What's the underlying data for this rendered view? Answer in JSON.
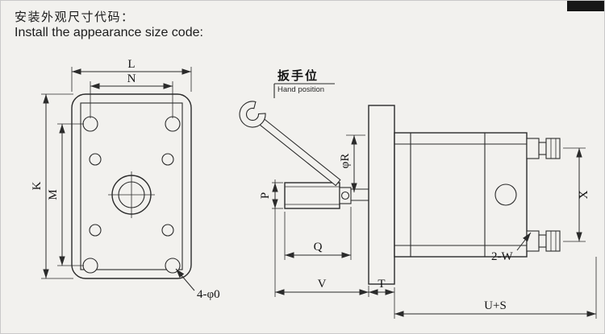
{
  "colors": {
    "background": "#f2f1ee",
    "line": "#2b2b2b",
    "logo": "#161616"
  },
  "header": {
    "title_zh": "安装外观尺寸代码：",
    "title_en": "Install the appearance size code:"
  },
  "front_view": {
    "L": "L",
    "N": "N",
    "K": "K",
    "M": "M",
    "holes": "4-φ0"
  },
  "side_view": {
    "wrench_zh": "扳手位",
    "wrench_en": "Hand position",
    "P": "P",
    "R": "φR",
    "Q": "Q",
    "V": "V",
    "T": "T",
    "US": "U+S",
    "X": "X",
    "W": "2-W"
  }
}
